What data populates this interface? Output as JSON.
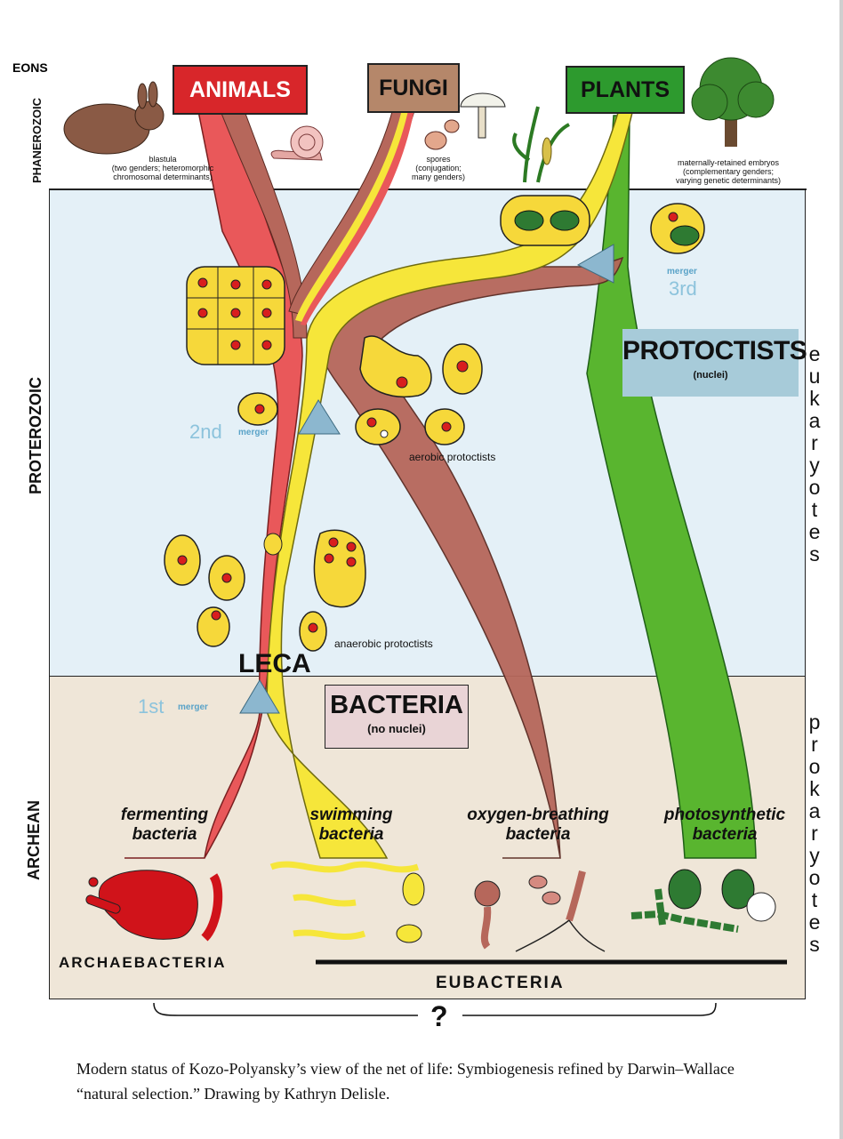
{
  "eons_label": "EONS",
  "eons": {
    "phanerozoic": "PHANEROZOIC",
    "proterozoic": "PROTEROZOIC",
    "archean": "ARCHEAN"
  },
  "kingdoms": {
    "animals": "ANIMALS",
    "fungi": "FUNGI",
    "plants": "PLANTS",
    "protoctists": "PROTOCTISTS",
    "protoctists_sub": "(nuclei)",
    "bacteria": "BACTERIA",
    "bacteria_sub": "(no nuclei)"
  },
  "notes": {
    "blastula": "blastula\n(two genders; heteromorphic\nchromosomal determinants)",
    "spores": "spores\n(conjugation;\nmany genders)",
    "maternal": "maternally-retained embryos\n(complementary genders;\nvarying genetic determinants)",
    "aerobic": "aerobic protoctists",
    "anaerobic": "anaerobic protoctists",
    "leca": "LECA"
  },
  "mergers": {
    "first_num": "1st",
    "first_word": "merger",
    "second_num": "2nd",
    "second_word": "merger",
    "third_num": "3rd",
    "third_word": "merger"
  },
  "bacteria_types": {
    "fermenting": "fermenting\nbacteria",
    "swimming": "swimming\nbacteria",
    "oxygen": "oxygen-breathing\nbacteria",
    "photosynthetic": "photosynthetic\nbacteria"
  },
  "groups": {
    "archaebacteria": "ARCHAEBACTERIA",
    "eubacteria": "EUBACTERIA",
    "question": "?"
  },
  "side_words": {
    "eukaryotes": "eukaryotes",
    "prokaryotes": "prokaryotes"
  },
  "caption": "Modern status of Kozo-Polyansky’s view of the net of life: Symbiogenesis refined by Darwin–Wallace “natural selection.” Drawing by Kathryn Delisle.",
  "colors": {
    "animals": "#d8262a",
    "fungi": "#b5876a",
    "plants": "#2d9a2e",
    "red_strand": "#e9585a",
    "yellow_strand": "#f6e63a",
    "brown_strand": "#b6675b",
    "green_strand": "#59b52f",
    "proterozoic_bg": "#e4f0f7",
    "archean_bg": "#efe6d8",
    "protoctists_box": "#a7cbd9",
    "bacteria_box": "#e9d4d6"
  }
}
